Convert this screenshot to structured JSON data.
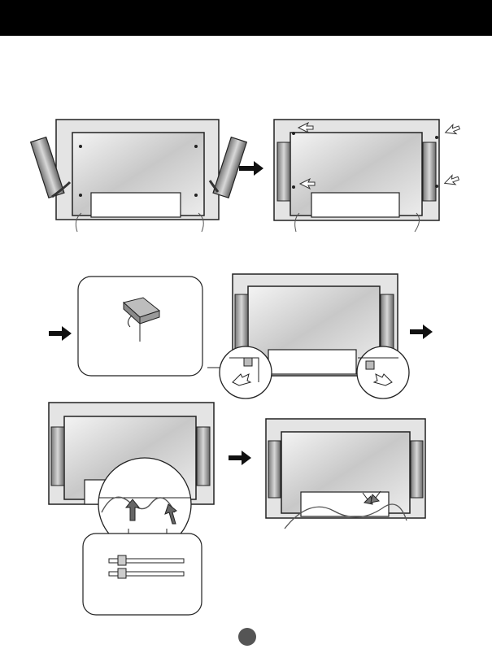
{
  "page": {
    "header_color": "#000000",
    "accent": "#555555"
  },
  "figures": [
    {
      "name": "speaker-attach-step",
      "icons": [
        "monitor-back-icon",
        "speaker-left-icon",
        "speaker-right-icon"
      ]
    },
    {
      "name": "screws-fastened-step",
      "icons": [
        "monitor-back-icon",
        "screw-arrow-icon"
      ]
    },
    {
      "name": "cable-holder-inset",
      "icons": [
        "cable-holder-icon"
      ]
    },
    {
      "name": "cable-holder-mount-step",
      "icons": [
        "monitor-back-icon",
        "zoom-circle-icon"
      ]
    },
    {
      "name": "cable-route-step",
      "icons": [
        "monitor-back-icon",
        "zoom-circle-icon"
      ]
    },
    {
      "name": "cable-tie-inset",
      "icons": [
        "cable-tie-icon"
      ]
    },
    {
      "name": "finished-step",
      "icons": [
        "monitor-back-icon",
        "cable-tie-icon"
      ]
    }
  ]
}
